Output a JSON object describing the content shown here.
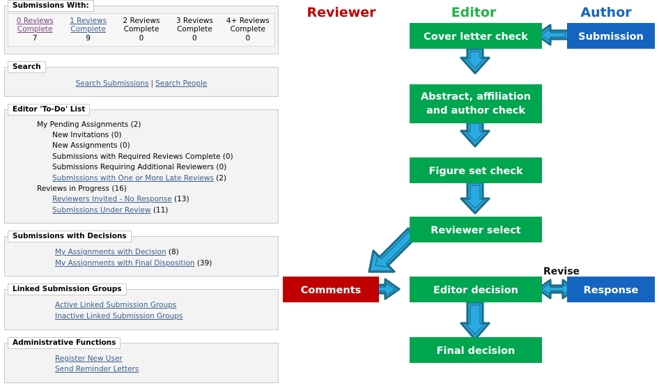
{
  "left_panel": {
    "submissions_with": {
      "legend": "Submissions With:",
      "columns": [
        {
          "line1": "0 Reviews",
          "line2": "Complete",
          "count": "7",
          "link": true,
          "visited": true
        },
        {
          "line1": "1 Reviews",
          "line2": "Complete",
          "count": "9",
          "link": true,
          "visited": false
        },
        {
          "line1": "2 Reviews",
          "line2": "Complete",
          "count": "0",
          "link": false,
          "visited": false
        },
        {
          "line1": "3 Reviews",
          "line2": "Complete",
          "count": "0",
          "link": false,
          "visited": false
        },
        {
          "line1": "4+ Reviews",
          "line2": "Complete",
          "count": "0",
          "link": false,
          "visited": false
        }
      ]
    },
    "search": {
      "legend": "Search",
      "submissions_link": "Search Submissions",
      "separator": "|",
      "people_link": "Search People"
    },
    "todo": {
      "legend": "Editor 'To-Do' List",
      "items": [
        {
          "text": "My Pending Assignments",
          "count": "(2)",
          "link": false,
          "indent": 0
        },
        {
          "text": "New Invitations",
          "count": "(0)",
          "link": false,
          "indent": 1
        },
        {
          "text": "New Assignments",
          "count": "(0)",
          "link": false,
          "indent": 1
        },
        {
          "text": "Submissions with Required Reviews Complete",
          "count": "(0)",
          "link": false,
          "indent": 1
        },
        {
          "text": "Submissions Requiring Additional Reviewers",
          "count": "(0)",
          "link": false,
          "indent": 1
        },
        {
          "text": "Submissions with One or More Late Reviews",
          "count": "(2)",
          "link": true,
          "indent": 1
        },
        {
          "text": "Reviews in Progress",
          "count": "(16)",
          "link": false,
          "indent": 0
        },
        {
          "text": "Reviewers Invited - No Response",
          "count": "(13)",
          "link": true,
          "indent": 1
        },
        {
          "text": "Submissions Under Review",
          "count": "(11)",
          "link": true,
          "indent": 1
        }
      ]
    },
    "decisions": {
      "legend": "Submissions with Decisions",
      "items": [
        {
          "text": "My Assignments with Decision",
          "count": "(8)",
          "link": true
        },
        {
          "text": "My Assignments with Final Disposition",
          "count": "(39)",
          "link": true
        }
      ]
    },
    "linked_groups": {
      "legend": "Linked Submission Groups",
      "items": [
        {
          "text": "Active Linked Submission Groups",
          "count": "",
          "link": true
        },
        {
          "text": "Inactive Linked Submission Groups",
          "count": "",
          "link": true
        }
      ]
    },
    "admin": {
      "legend": "Administrative Functions",
      "items": [
        {
          "text": "Register New User",
          "count": "",
          "link": true
        },
        {
          "text": "Send Reminder Letters",
          "count": "",
          "link": true
        }
      ]
    }
  },
  "flowchart": {
    "headers": [
      {
        "label": "Reviewer",
        "color": "#C00000"
      },
      {
        "label": "Editor",
        "color": "#00A550"
      },
      {
        "label": "Author",
        "color": "#1565C0"
      }
    ],
    "colors": {
      "green": "#00A550",
      "blue": "#1565C0",
      "red": "#C00000",
      "arrow_fill": "#29ABE2",
      "arrow_stroke": "#1C6E8C",
      "text": "#FFFFFF"
    },
    "nodes": [
      {
        "id": "cover-letter-check",
        "label": "Cover letter check",
        "lane": "editor",
        "color": "green"
      },
      {
        "id": "abstract-check",
        "label": "Abstract, affiliation and author check",
        "lane": "editor",
        "color": "green"
      },
      {
        "id": "figure-set-check",
        "label": "Figure set check",
        "lane": "editor",
        "color": "green"
      },
      {
        "id": "reviewer-select",
        "label": "Reviewer select",
        "lane": "editor",
        "color": "green"
      },
      {
        "id": "editor-decision",
        "label": "Editor decision",
        "lane": "editor",
        "color": "green"
      },
      {
        "id": "final-decision",
        "label": "Final decision",
        "lane": "editor",
        "color": "green"
      },
      {
        "id": "submission",
        "label": "Submission",
        "lane": "author",
        "color": "blue"
      },
      {
        "id": "response",
        "label": "Response",
        "lane": "author",
        "color": "blue"
      },
      {
        "id": "comments",
        "label": "Comments",
        "lane": "reviewer",
        "color": "red"
      }
    ],
    "edge_labels": [
      {
        "id": "revise",
        "label": "Revise"
      }
    ]
  }
}
